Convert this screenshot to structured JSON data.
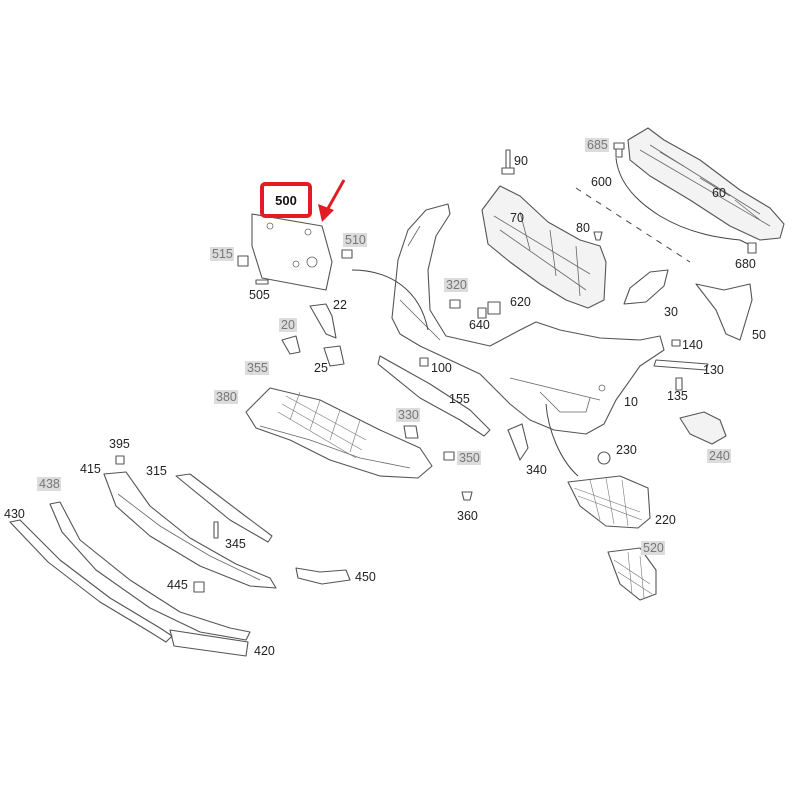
{
  "diagram": {
    "highlight": {
      "part": "500",
      "box_color": "#e31b23",
      "arrow_color": "#e31b23"
    },
    "parts": [
      {
        "id": "p90",
        "label": "90",
        "style": "plain"
      },
      {
        "id": "p685",
        "label": "685",
        "style": "shaded"
      },
      {
        "id": "p60",
        "label": "60",
        "style": "plain"
      },
      {
        "id": "p600",
        "label": "600",
        "style": "plain"
      },
      {
        "id": "p70",
        "label": "70",
        "style": "plain"
      },
      {
        "id": "p80",
        "label": "80",
        "style": "plain"
      },
      {
        "id": "p680",
        "label": "680",
        "style": "plain"
      },
      {
        "id": "p500",
        "label": "500",
        "style": "highlight"
      },
      {
        "id": "p510",
        "label": "510",
        "style": "shaded"
      },
      {
        "id": "p515",
        "label": "515",
        "style": "shaded"
      },
      {
        "id": "p505",
        "label": "505",
        "style": "plain"
      },
      {
        "id": "p22",
        "label": "22",
        "style": "plain"
      },
      {
        "id": "p20",
        "label": "20",
        "style": "shaded"
      },
      {
        "id": "p320",
        "label": "320",
        "style": "shaded"
      },
      {
        "id": "p620",
        "label": "620",
        "style": "plain"
      },
      {
        "id": "p640",
        "label": "640",
        "style": "plain"
      },
      {
        "id": "p30",
        "label": "30",
        "style": "plain"
      },
      {
        "id": "p50",
        "label": "50",
        "style": "plain"
      },
      {
        "id": "p355",
        "label": "355",
        "style": "shaded"
      },
      {
        "id": "p25",
        "label": "25",
        "style": "plain"
      },
      {
        "id": "p100",
        "label": "100",
        "style": "plain"
      },
      {
        "id": "p140",
        "label": "140",
        "style": "plain"
      },
      {
        "id": "p130",
        "label": "130",
        "style": "plain"
      },
      {
        "id": "p380",
        "label": "380",
        "style": "shaded"
      },
      {
        "id": "p155",
        "label": "155",
        "style": "plain"
      },
      {
        "id": "p135",
        "label": "135",
        "style": "plain"
      },
      {
        "id": "p10",
        "label": "10",
        "style": "plain"
      },
      {
        "id": "p330",
        "label": "330",
        "style": "shaded"
      },
      {
        "id": "p395",
        "label": "395",
        "style": "plain"
      },
      {
        "id": "p230",
        "label": "230",
        "style": "plain"
      },
      {
        "id": "p350",
        "label": "350",
        "style": "shaded"
      },
      {
        "id": "p240",
        "label": "240",
        "style": "shaded"
      },
      {
        "id": "p415",
        "label": "415",
        "style": "plain"
      },
      {
        "id": "p315",
        "label": "315",
        "style": "plain"
      },
      {
        "id": "p340",
        "label": "340",
        "style": "plain"
      },
      {
        "id": "p438",
        "label": "438",
        "style": "shaded"
      },
      {
        "id": "p360",
        "label": "360",
        "style": "plain"
      },
      {
        "id": "p430",
        "label": "430",
        "style": "plain"
      },
      {
        "id": "p220",
        "label": "220",
        "style": "plain"
      },
      {
        "id": "p345",
        "label": "345",
        "style": "plain"
      },
      {
        "id": "p520",
        "label": "520",
        "style": "shaded"
      },
      {
        "id": "p450",
        "label": "450",
        "style": "plain"
      },
      {
        "id": "p445",
        "label": "445",
        "style": "plain"
      },
      {
        "id": "p420",
        "label": "420",
        "style": "plain"
      }
    ]
  }
}
